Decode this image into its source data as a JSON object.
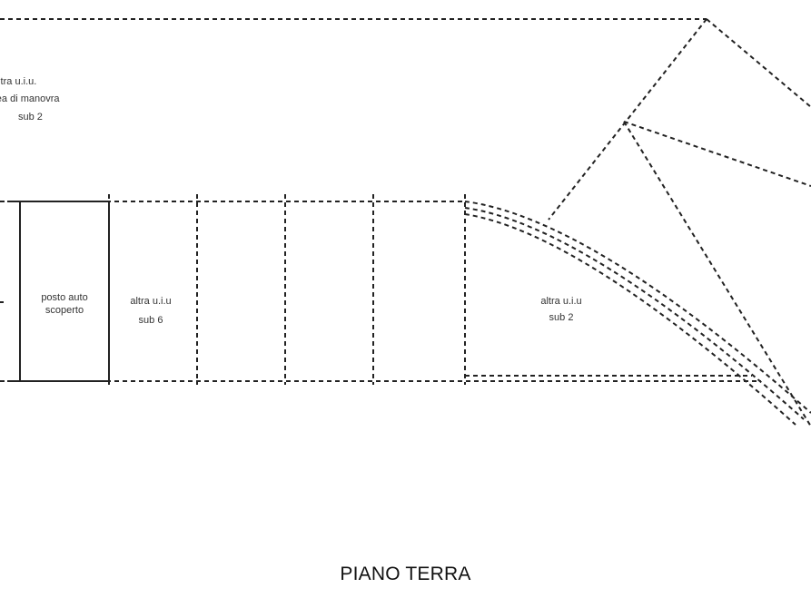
{
  "labels": {
    "top_left_line1": "altra u.i.u.",
    "top_left_line2": "area di manovra",
    "top_left_line3": "sub 2",
    "parking_line1": "posto auto",
    "parking_line2": "scoperto",
    "middle_line1": "altra u.i.u",
    "middle_line2": "sub 6",
    "right_line1": "altra u.i.u",
    "right_line2": "sub 2"
  },
  "floor_title": "PIANO TERRA",
  "colors": {
    "line": "#222222",
    "background": "#ffffff"
  }
}
